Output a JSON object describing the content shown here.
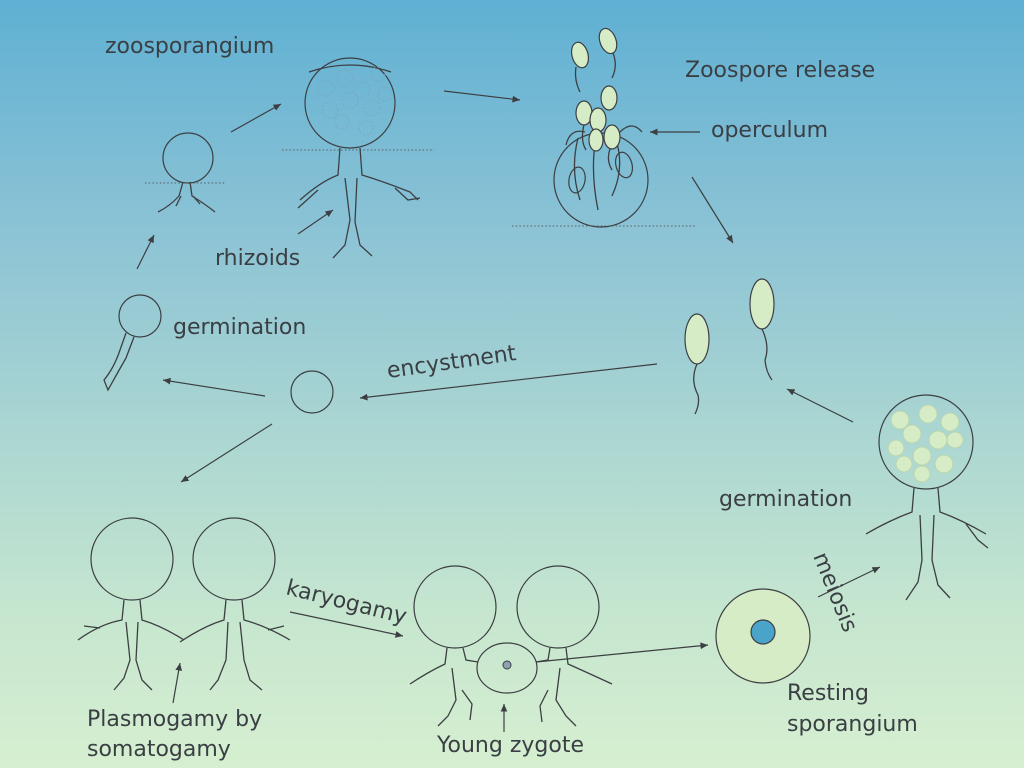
{
  "labels": {
    "zoosporangium": "zoosporangium",
    "zoospore_release": "Zoospore release",
    "operculum": "operculum",
    "rhizoids": "rhizoids",
    "germination_left": "germination",
    "encystment": "encystment",
    "germination_right": "germination",
    "karyogamy": "karyogamy",
    "meiosis": "meiosis",
    "plasmogamy_1": "Plasmogamy by",
    "plasmogamy_2": "somatogamy",
    "young_zygote": "Young zygote",
    "resting_1": "Resting",
    "resting_2": "sporangium"
  },
  "colors": {
    "background_top": "#5fb0d3",
    "background_bottom": "#d6efd0",
    "spore_fill": "#d6ecc6",
    "nucleus_fill": "#4aa3c8",
    "line": "#3c3f42"
  }
}
